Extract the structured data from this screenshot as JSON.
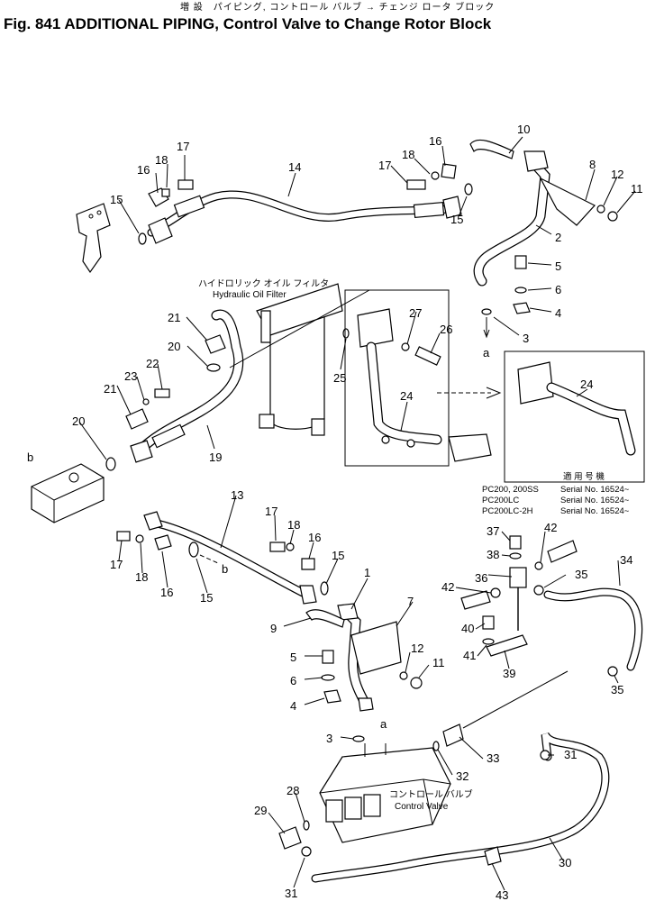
{
  "header": {
    "jp_title": "増 設　パイピング, コントロール バルブ → チェンジ ロータ ブロック",
    "title": "Fig. 841   ADDITIONAL PIPING, Control Valve to Change Rotor Block"
  },
  "labels": {
    "filter_jp": "ハイドロリック オイル フィルタ",
    "filter_en": "Hydraulic Oil Filter",
    "valve_jp": "コントロール バルブ",
    "valve_en": "Control Valve",
    "ref_a_top": "a",
    "ref_a_valve": "a",
    "ref_b_block": "b",
    "ref_b_hose": "b"
  },
  "applicability": {
    "heading": "適 用 号 機",
    "rows": [
      {
        "model": "PC200, 200SS",
        "serial": "Serial No. 16524~"
      },
      {
        "model": "PC200LC",
        "serial": "Serial No. 16524~"
      },
      {
        "model": "PC200LC-2H",
        "serial": "Serial No. 16524~"
      }
    ]
  },
  "callouts": [
    "10",
    "16",
    "17",
    "18",
    "16",
    "18",
    "17",
    "14",
    "8",
    "12",
    "11",
    "15",
    "15",
    "2",
    "5",
    "6",
    "4",
    "3",
    "21",
    "20",
    "23",
    "22",
    "21",
    "20",
    "19",
    "25",
    "27",
    "26",
    "24",
    "24",
    "13",
    "17",
    "18",
    "16",
    "17",
    "18",
    "16",
    "15",
    "15",
    "1",
    "7",
    "9",
    "5",
    "6",
    "4",
    "12",
    "11",
    "3",
    "37",
    "38",
    "42",
    "36",
    "35",
    "34",
    "42",
    "40",
    "41",
    "39",
    "35",
    "33",
    "32",
    "31",
    "30",
    "43",
    "29",
    "28",
    "31"
  ]
}
